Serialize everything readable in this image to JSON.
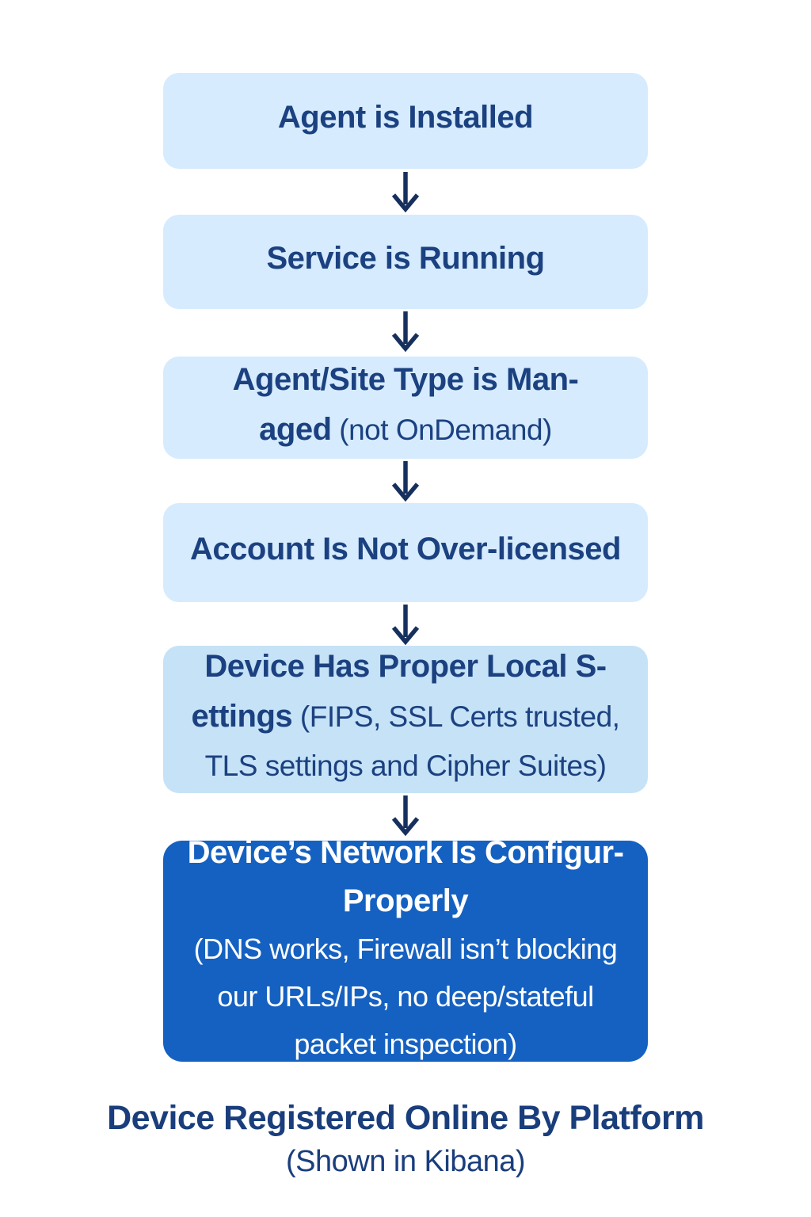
{
  "colors": {
    "box_light": "#d6ebfd",
    "box_medium": "#c6e2f7",
    "box_dark": "#1561c1",
    "text_navy": "#1b4180",
    "text_white": "#ffffff",
    "arrow_navy": "#16305e"
  },
  "icons": {
    "arrow_down": "↓"
  },
  "flow": {
    "boxes": [
      {
        "id": "agent-installed",
        "variant": "light",
        "lines": [
          {
            "segments": [
              {
                "text": "Agent is Installed",
                "weight": "bold"
              }
            ]
          }
        ]
      },
      {
        "id": "service-running",
        "variant": "light",
        "lines": [
          {
            "segments": [
              {
                "text": "Service is Running",
                "weight": "bold"
              }
            ]
          }
        ]
      },
      {
        "id": "agent-site-type-managed",
        "variant": "light",
        "lines": [
          {
            "segments": [
              {
                "text": "Agent/Site Type is Man-",
                "weight": "bold"
              }
            ]
          },
          {
            "segments": [
              {
                "text": "aged",
                "weight": "bold"
              },
              {
                "text": " (not OnDemand)",
                "weight": "regular"
              }
            ]
          }
        ]
      },
      {
        "id": "account-not-over-licensed",
        "variant": "light",
        "lines": [
          {
            "segments": [
              {
                "text": "Account Is Not Over-licensed",
                "weight": "bold"
              }
            ]
          }
        ]
      },
      {
        "id": "device-proper-local-settings",
        "variant": "medium",
        "lines": [
          {
            "segments": [
              {
                "text": "Device Has Proper Local S-",
                "weight": "bold"
              }
            ]
          },
          {
            "segments": [
              {
                "text": "ettings",
                "weight": "bold"
              },
              {
                "text": " (FIPS, SSL Certs trusted,",
                "weight": "regular"
              }
            ]
          },
          {
            "segments": [
              {
                "text": "TLS settings and Cipher Suites)",
                "weight": "regular"
              }
            ]
          }
        ]
      },
      {
        "id": "device-network-configured",
        "variant": "dark",
        "lines": [
          {
            "segments": [
              {
                "text": "Device’s Network Is Configur-",
                "weight": "bold"
              }
            ]
          },
          {
            "segments": [
              {
                "text": "Properly",
                "weight": "bold"
              }
            ]
          },
          {
            "segments": [
              {
                "text": "(DNS works, Firewall isn’t blocking",
                "weight": "regular"
              }
            ]
          },
          {
            "segments": [
              {
                "text": "our URLs/IPs, no deep/stateful",
                "weight": "regular"
              }
            ]
          },
          {
            "segments": [
              {
                "text": "packet inspection)",
                "weight": "regular"
              }
            ]
          }
        ]
      }
    ],
    "caption": {
      "title": "Device Registered Online By Platform",
      "subtitle": "(Shown in Kibana)"
    }
  }
}
